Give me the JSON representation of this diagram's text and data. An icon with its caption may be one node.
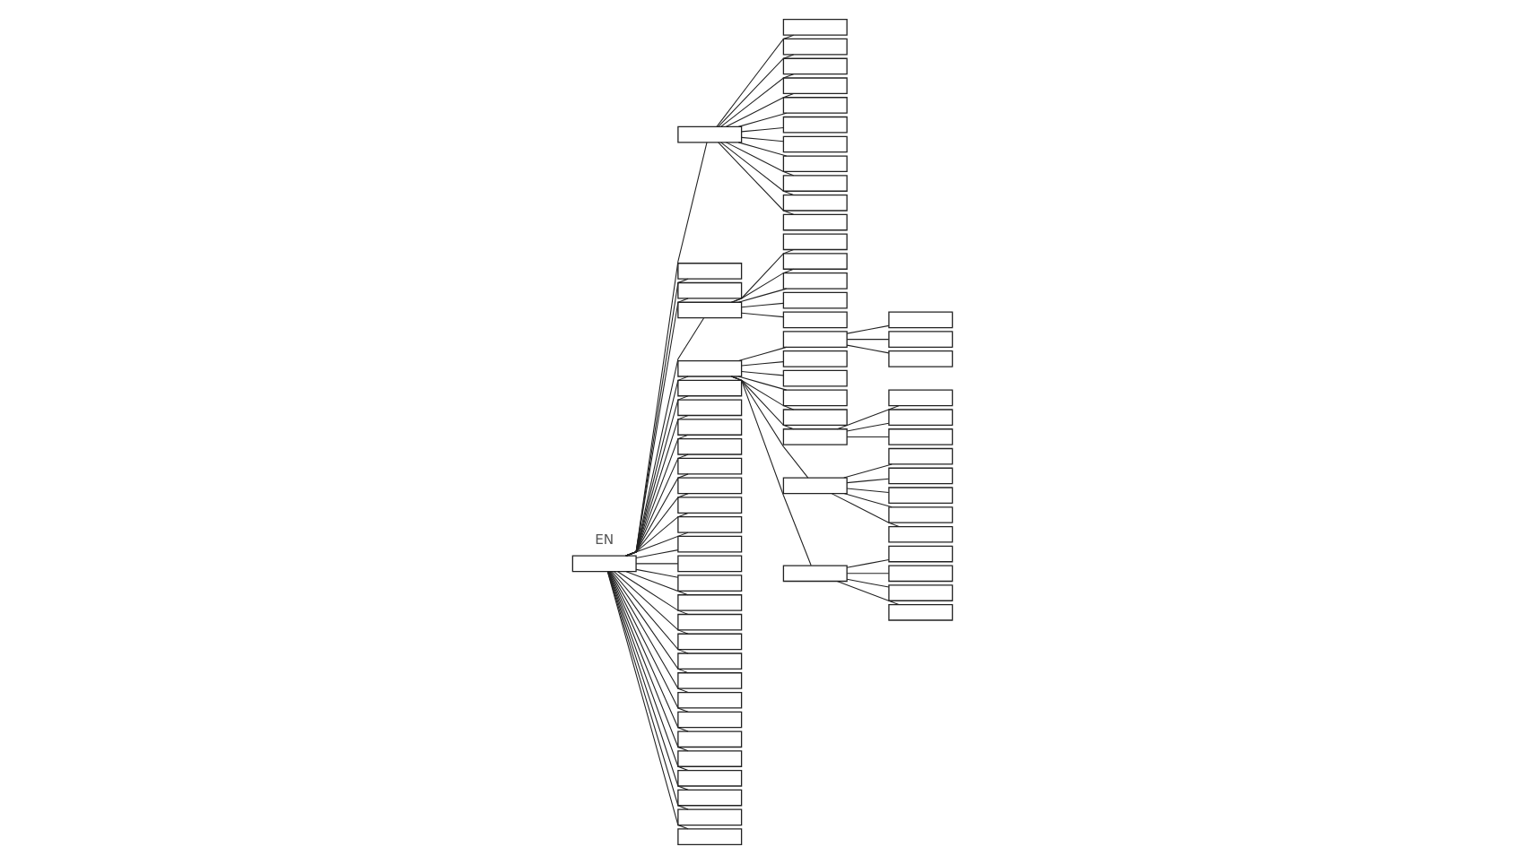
{
  "diagram": {
    "nodes": [
      {
        "text": [],
        "shape": "box"
      },
      {
        "text": [],
        "shape": "box"
      },
      {
        "text": [],
        "shape": "box"
      },
      {
        "text": [],
        "shape": "box"
      },
      {
        "text": [],
        "shape": "box"
      },
      {
        "text": [],
        "shape": "box"
      },
      {
        "text": [],
        "shape": "box"
      },
      {
        "text": [],
        "shape": "box"
      },
      {
        "text": [],
        "shape": "box"
      },
      {
        "text": [],
        "shape": "box"
      },
      {
        "text": [],
        "shape": "box"
      },
      {
        "text": [],
        "shape": "box"
      },
      {
        "text": [],
        "shape": "box"
      },
      {
        "text": [],
        "shape": "box"
      },
      {
        "text": [],
        "shape": "box"
      },
      {
        "text": [],
        "shape": "box"
      },
      {
        "text": [],
        "shape": "box"
      },
      {
        "text": [],
        "shape": "box"
      },
      {
        "text": [],
        "shape": "box"
      },
      {
        "text": [],
        "shape": "box"
      },
      {
        "text": [],
        "shape": "box"
      },
      {
        "text": [],
        "shape": "box"
      },
      {
        "text": [],
        "shape": "box"
      },
      {
        "text": [],
        "shape": "box"
      },
      {
        "text": [],
        "shape": "box"
      },
      {
        "text": [],
        "shape": "box"
      },
      {
        "text": [],
        "shape": "box"
      },
      {
        "text": [],
        "shape": "box"
      },
      {
        "text": [],
        "shape": "box"
      },
      {
        "text": [],
        "shape": "box"
      },
      {
        "text": [],
        "shape": "box"
      },
      {
        "text": [],
        "shape": "box"
      },
      {
        "text": [],
        "shape": "box"
      },
      {
        "text": [],
        "shape": "box"
      },
      {
        "text": [],
        "shape": "box"
      },
      {
        "text": [],
        "shape": "box"
      },
      {
        "text": [],
        "shape": "box"
      },
      {
        "text": [],
        "shape": "box"
      },
      {
        "text": [],
        "shape": "box"
      },
      {
        "text": [],
        "shape": "box"
      },
      {
        "text": [],
        "shape": "box"
      },
      {
        "text": [],
        "shape": "box"
      },
      {
        "text": [],
        "shape": "box"
      },
      {
        "text": [],
        "shape": "box"
      },
      {
        "text": [],
        "shape": "box"
      },
      {
        "text": [],
        "shape": "box"
      },
      {
        "text": [],
        "shape": "box"
      },
      {
        "text": [],
        "shape": "box"
      },
      {
        "text": [],
        "shape": "box"
      },
      {
        "text": [],
        "shape": "box"
      },
      {
        "text": [],
        "shape": "box"
      },
      {
        "text": [],
        "shape": "box"
      },
      {
        "text": [],
        "shape": "box"
      },
      {
        "text": [],
        "shape": "box"
      },
      {
        "text": [],
        "shape": "box"
      },
      {
        "text": [],
        "shape": "box"
      },
      {
        "text": [],
        "shape": "box"
      },
      {
        "text": [],
        "shape": "box"
      },
      {
        "text": [],
        "shape": "box"
      },
      {
        "text": [],
        "shape": "box"
      },
      {
        "text": [],
        "shape": "box"
      },
      {
        "text": [],
        "shape": "box"
      },
      {
        "text": [],
        "shape": "box"
      },
      {
        "text": [],
        "shape": "box"
      },
      {
        "text": [],
        "shape": "box"
      },
      {
        "text": [],
        "shape": "box"
      },
      {
        "text": [],
        "shape": "box"
      },
      {
        "text": [],
        "shape": "box"
      },
      {
        "text": [],
        "shape": "box"
      }
    ],
    "edges": [
      {
        "from": 0,
        "to": 1,
        "arrow": "none"
      },
      {
        "from": 0,
        "to": 2,
        "arrow": "none"
      },
      {
        "from": 0,
        "to": 3,
        "arrow": "none"
      },
      {
        "from": 0,
        "to": 4,
        "arrow": "none"
      },
      {
        "from": 0,
        "to": 5,
        "arrow": "none"
      },
      {
        "from": 0,
        "to": 6,
        "arrow": "none"
      },
      {
        "from": 0,
        "to": 7,
        "arrow": "none"
      },
      {
        "from": 0,
        "to": 8,
        "arrow": "none"
      },
      {
        "from": 0,
        "to": 9,
        "arrow": "none"
      },
      {
        "from": 0,
        "to": 10,
        "arrow": "none"
      },
      {
        "from": 0,
        "to": 11,
        "arrow": "none"
      },
      {
        "from": 0,
        "to": 12,
        "arrow": "none"
      },
      {
        "from": 0,
        "to": 13,
        "arrow": "none"
      },
      {
        "from": 0,
        "to": 14,
        "arrow": "none"
      },
      {
        "from": 0,
        "to": 15,
        "arrow": "none"
      },
      {
        "from": 0,
        "to": 16,
        "arrow": "none"
      },
      {
        "from": 0,
        "to": 17,
        "arrow": "none"
      },
      {
        "from": 0,
        "to": 18,
        "arrow": "none"
      },
      {
        "from": 0,
        "to": 19,
        "arrow": "none"
      },
      {
        "from": 0,
        "to": 20,
        "arrow": "none"
      },
      {
        "from": 0,
        "to": 21,
        "arrow": "none"
      },
      {
        "from": 0,
        "to": 22,
        "arrow": "none"
      },
      {
        "from": 0,
        "to": 23,
        "arrow": "none"
      },
      {
        "from": 0,
        "to": 24,
        "arrow": "none"
      },
      {
        "from": 0,
        "to": 25,
        "arrow": "none"
      },
      {
        "from": 0,
        "to": 26,
        "arrow": "none"
      },
      {
        "from": 0,
        "to": 27,
        "arrow": "none"
      },
      {
        "from": 0,
        "to": 28,
        "arrow": "none"
      },
      {
        "from": 0,
        "to": 29,
        "arrow": "none"
      },
      {
        "from": 1,
        "to": 30,
        "arrow": "none"
      },
      {
        "from": 1,
        "to": 31,
        "arrow": "none"
      },
      {
        "from": 1,
        "to": 32,
        "arrow": "none"
      },
      {
        "from": 1,
        "to": 33,
        "arrow": "none"
      },
      {
        "from": 1,
        "to": 34,
        "arrow": "none"
      },
      {
        "from": 1,
        "to": 35,
        "arrow": "none"
      },
      {
        "from": 1,
        "to": 36,
        "arrow": "none"
      },
      {
        "from": 1,
        "to": 37,
        "arrow": "none"
      },
      {
        "from": 1,
        "to": 38,
        "arrow": "none"
      },
      {
        "from": 1,
        "to": 39,
        "arrow": "none"
      },
      {
        "from": 1,
        "to": 40,
        "arrow": "none"
      },
      {
        "from": 4,
        "to": 41,
        "arrow": "none"
      },
      {
        "from": 4,
        "to": 42,
        "arrow": "none"
      },
      {
        "from": 4,
        "to": 43,
        "arrow": "none"
      },
      {
        "from": 4,
        "to": 44,
        "arrow": "none"
      },
      {
        "from": 4,
        "to": 45,
        "arrow": "none"
      },
      {
        "from": 5,
        "to": 46,
        "arrow": "none"
      },
      {
        "from": 5,
        "to": 47,
        "arrow": "none"
      },
      {
        "from": 5,
        "to": 48,
        "arrow": "none"
      },
      {
        "from": 5,
        "to": 49,
        "arrow": "none"
      },
      {
        "from": 5,
        "to": 50,
        "arrow": "none"
      },
      {
        "from": 5,
        "to": 51,
        "arrow": "none"
      },
      {
        "from": 5,
        "to": 52,
        "arrow": "none"
      },
      {
        "from": 5,
        "to": 53,
        "arrow": "none"
      },
      {
        "from": 46,
        "to": 54,
        "arrow": "none"
      },
      {
        "from": 46,
        "to": 55,
        "arrow": "none"
      },
      {
        "from": 46,
        "to": 56,
        "arrow": "none"
      },
      {
        "from": 51,
        "to": 57,
        "arrow": "none"
      },
      {
        "from": 51,
        "to": 58,
        "arrow": "none"
      },
      {
        "from": 51,
        "to": 59,
        "arrow": "none"
      },
      {
        "from": 52,
        "to": 60,
        "arrow": "none"
      },
      {
        "from": 52,
        "to": 61,
        "arrow": "none"
      },
      {
        "from": 52,
        "to": 62,
        "arrow": "none"
      },
      {
        "from": 52,
        "to": 63,
        "arrow": "none"
      },
      {
        "from": 52,
        "to": 64,
        "arrow": "none"
      },
      {
        "from": 53,
        "to": 65,
        "arrow": "none"
      },
      {
        "from": 53,
        "to": 66,
        "arrow": "none"
      },
      {
        "from": 53,
        "to": 67,
        "arrow": "none"
      },
      {
        "from": 53,
        "to": 68,
        "arrow": "none"
      }
    ],
    "labels": [
      "EN"
    ]
  }
}
